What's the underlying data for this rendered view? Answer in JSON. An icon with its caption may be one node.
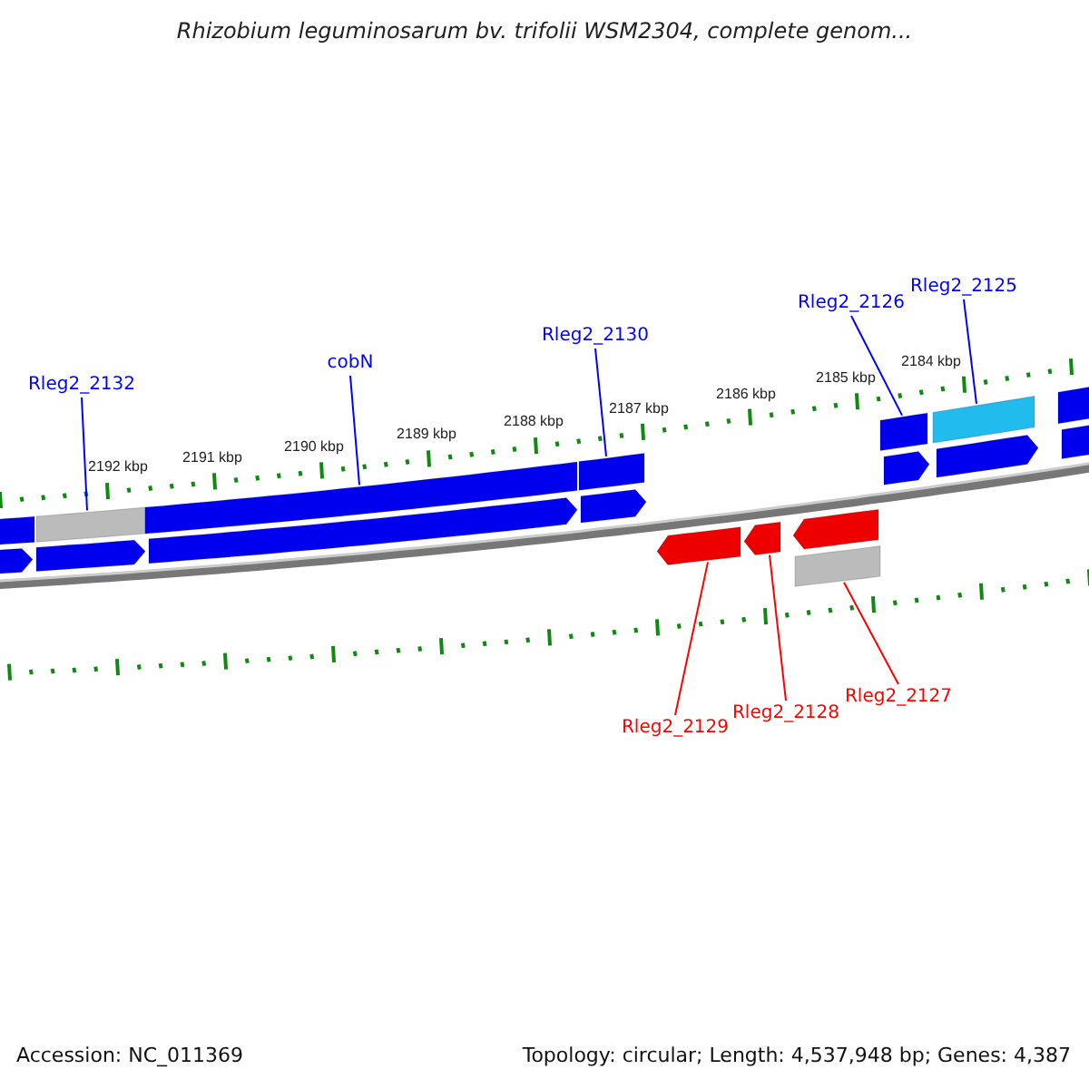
{
  "diagram": {
    "title": "Rhizobium leguminosarum bv. trifolii WSM2304, complete genom...",
    "nodes": [
      {
        "text": [
          "Rleg2_2132"
        ]
      },
      {
        "text": [
          "cobN"
        ]
      },
      {
        "text": [
          "Rleg2_2130"
        ]
      },
      {
        "text": [
          "Rleg2_2126"
        ]
      },
      {
        "text": [
          "Rleg2_2125"
        ]
      },
      {
        "text": [
          "Rleg2_2129"
        ]
      },
      {
        "text": [
          "Rleg2_2128"
        ]
      },
      {
        "text": [
          "Rleg2_2127"
        ]
      },
      {
        "text": [],
        "shape": "bar"
      },
      {
        "text": [],
        "shape": "bar"
      },
      {
        "text": [],
        "shape": "bar"
      },
      {
        "text": [],
        "shape": "bar"
      },
      {
        "text": [],
        "shape": "bar"
      },
      {
        "text": [],
        "shape": "arrow"
      },
      {
        "text": [],
        "shape": "arrow"
      },
      {
        "text": [],
        "shape": "bar"
      },
      {
        "text": [],
        "shape": "bar"
      },
      {
        "text": [],
        "shape": "bar"
      },
      {
        "text": [],
        "shape": "arrow"
      },
      {
        "text": [],
        "shape": "arrow"
      },
      {
        "text": [],
        "shape": "arrow"
      },
      {
        "text": [],
        "shape": "arrow"
      },
      {
        "text": [],
        "shape": "arrow"
      },
      {
        "text": [],
        "shape": "arrow"
      },
      {
        "text": [],
        "shape": "arrow"
      },
      {
        "text": [],
        "shape": "arrow"
      }
    ],
    "edges": [
      {
        "from": 0,
        "to": 8,
        "arrow": "none"
      },
      {
        "from": 1,
        "to": 9,
        "arrow": "none"
      },
      {
        "from": 2,
        "to": 10,
        "arrow": "none"
      },
      {
        "from": 3,
        "to": 11,
        "arrow": "none"
      },
      {
        "from": 4,
        "to": 12,
        "arrow": "none"
      },
      {
        "from": 5,
        "to": 13,
        "arrow": "none",
        "color": "#ff0000"
      },
      {
        "from": 6,
        "to": 14,
        "arrow": "none",
        "color": "#ff0000"
      },
      {
        "from": 7,
        "to": 15,
        "arrow": "none",
        "color": "#ff0000"
      }
    ],
    "labels": [
      "2192 kbp",
      "2191 kbp",
      "2190 kbp",
      "2189 kbp",
      "2188 kbp",
      "2187 kbp",
      "2186 kbp",
      "2185 kbp",
      "2184 kbp",
      "Accession: NC_011369",
      "Topology: circular; Length: 4,537,948 bp; Genes: 4,387"
    ]
  }
}
